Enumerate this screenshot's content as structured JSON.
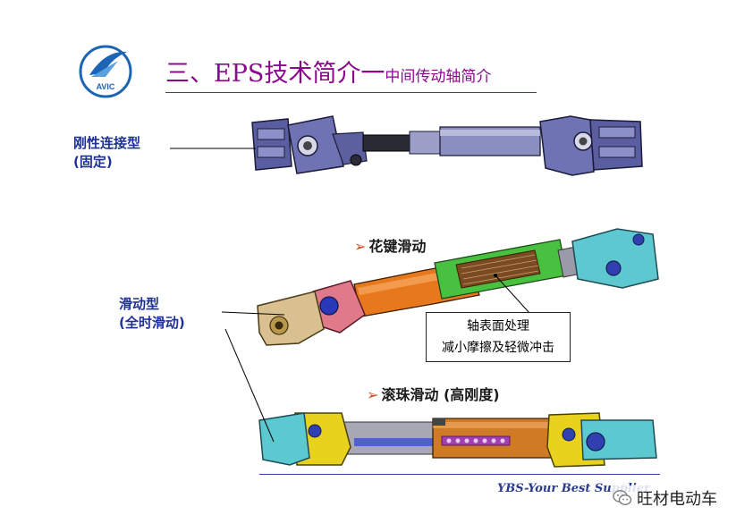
{
  "header": {
    "title_main": "三、EPS技术简介一",
    "title_sub": "中间传动轴简介",
    "logo_text": "AVIC"
  },
  "labels": {
    "rigid_line1": "刚性连接型",
    "rigid_line2": "(固定)",
    "slide_line1": "滑动型",
    "slide_line2": "(全时滑动)"
  },
  "sections": {
    "spline": {
      "marker": "➢",
      "title": "花键滑动"
    },
    "ball": {
      "marker": "➢",
      "title": "滚珠滑动 (高刚度)"
    }
  },
  "callout": {
    "line1": "轴表面处理",
    "line2": "减小摩擦及轻微冲击"
  },
  "footer": {
    "slogan": "YBS-Your Best Supplier"
  },
  "watermark": {
    "icon": "wechat-icon",
    "text": "旺材电动车"
  }
}
